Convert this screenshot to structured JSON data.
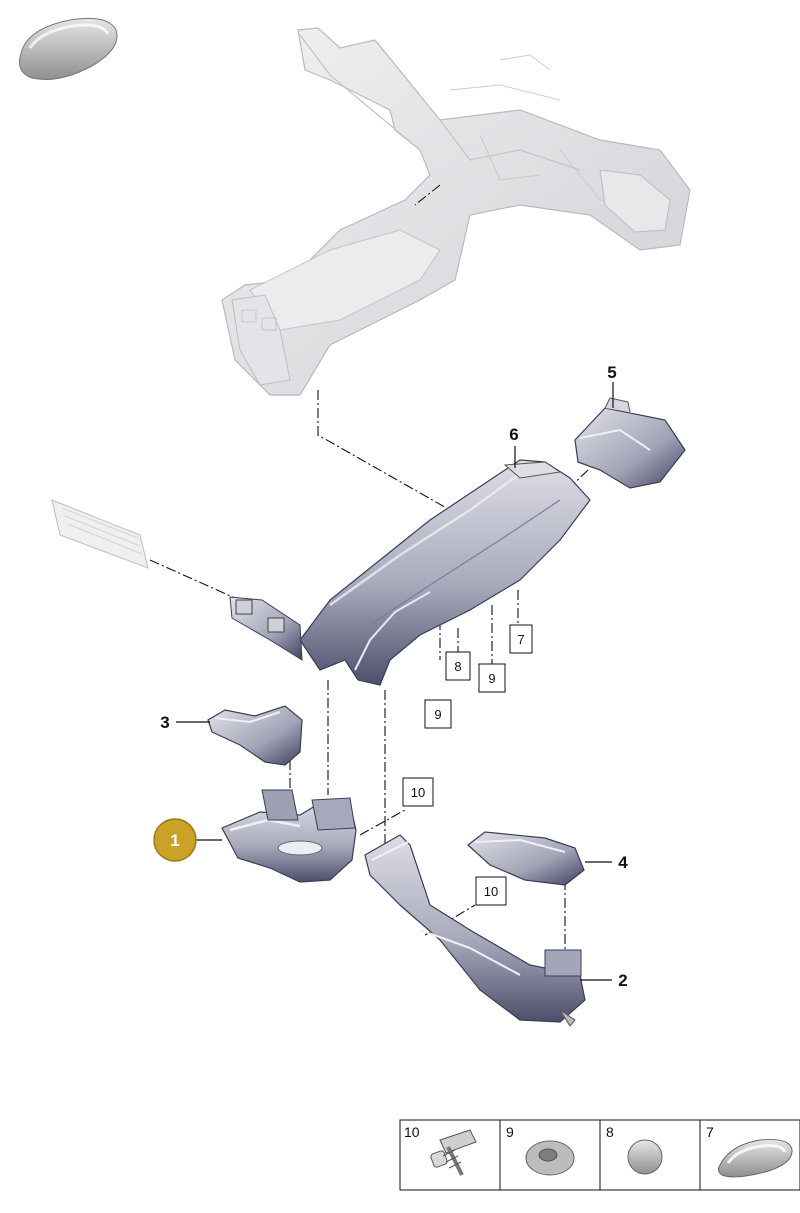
{
  "callouts": [
    {
      "id": "c1",
      "label": "1",
      "highlighted": true
    },
    {
      "id": "c2",
      "label": "2"
    },
    {
      "id": "c3",
      "label": "3"
    },
    {
      "id": "c4",
      "label": "4"
    },
    {
      "id": "c5",
      "label": "5"
    },
    {
      "id": "c6",
      "label": "6"
    }
  ],
  "boxed_refs": [
    {
      "id": "b7",
      "label": "7"
    },
    {
      "id": "b8",
      "label": "8"
    },
    {
      "id": "b9a",
      "label": "9"
    },
    {
      "id": "b9b",
      "label": "9"
    },
    {
      "id": "b10a",
      "label": "10"
    },
    {
      "id": "b10b",
      "label": "10"
    }
  ],
  "legend": [
    {
      "label": "10",
      "icon": "screw-icon"
    },
    {
      "label": "9",
      "icon": "grommet-ring-icon"
    },
    {
      "label": "8",
      "icon": "round-plug-icon"
    },
    {
      "label": "7",
      "icon": "oval-plug-icon"
    }
  ],
  "colors": {
    "highlight": "#c9a227",
    "part_dark": "#8c8fa6",
    "part_light": "#d4d5de",
    "ghost": "#e3e3e6"
  }
}
